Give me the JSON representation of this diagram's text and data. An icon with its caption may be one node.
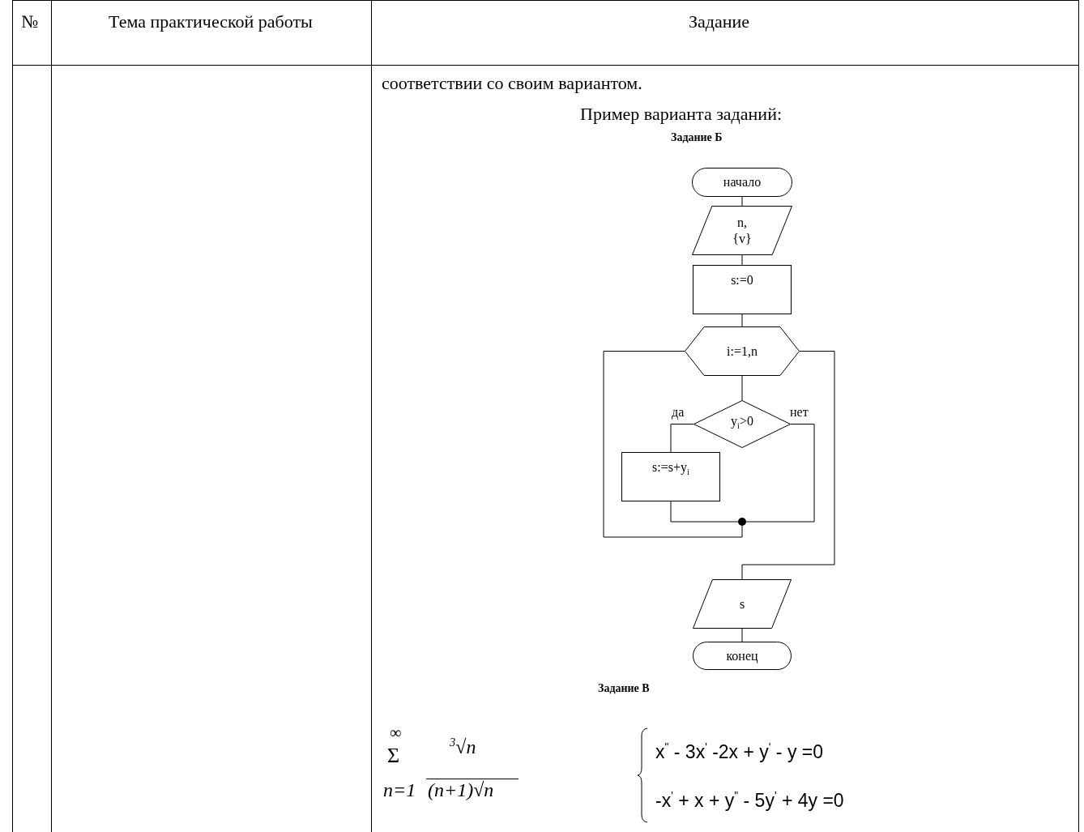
{
  "diagram": {
    "nodes": [
      {
        "text": [
          "начало"
        ]
      },
      {
        "text": [
          "n, {v}"
        ]
      },
      {
        "text": [
          "s:=0"
        ]
      },
      {
        "text": [
          "i:=1,n"
        ]
      },
      {
        "text": [
          "y$_{i}$>0"
        ]
      },
      {
        "text": [
          "s:=s+y$_{i}$"
        ]
      },
      {
        "text": [],
        "shape": "circle"
      },
      {
        "text": [
          "s"
        ]
      },
      {
        "text": [
          "конец"
        ]
      }
    ],
    "edges": [
      {
        "from": 0,
        "to": 1,
        "arrow": "none"
      },
      {
        "from": 1,
        "to": 2,
        "arrow": "none"
      },
      {
        "from": 2,
        "to": 3,
        "arrow": "none"
      },
      {
        "from": 3,
        "to": 4,
        "arrow": "none"
      },
      {
        "from": 4,
        "to": 5,
        "arrow": "none",
        "label": "да"
      },
      {
        "from": 4,
        "to": 6,
        "arrow": "none",
        "label": "нет"
      },
      {
        "from": 5,
        "to": 6,
        "arrow": "none"
      },
      {
        "from": 6,
        "to": 3,
        "arrow": "none"
      },
      {
        "from": 3,
        "to": 7,
        "arrow": "none"
      },
      {
        "from": 7,
        "to": 8,
        "arrow": "none"
      }
    ],
    "labels": [
      "№",
      "Тема практической работы",
      "Задание",
      "соответствии со своим вариантом.",
      "Пример варианта заданий:",
      "Задание Б",
      "Задание В",
      "∞",
      "Σ",
      "n=1",
      "$^{3}$√n",
      "(n+1)√n",
      "x$^{\"}$ - 3x$^{'}$ -2x + y$^{'}$ - y =0",
      "-x$^{'}$ + x + y$^{\"}$ - 5y$^{'}$ + 4y =0"
    ]
  }
}
